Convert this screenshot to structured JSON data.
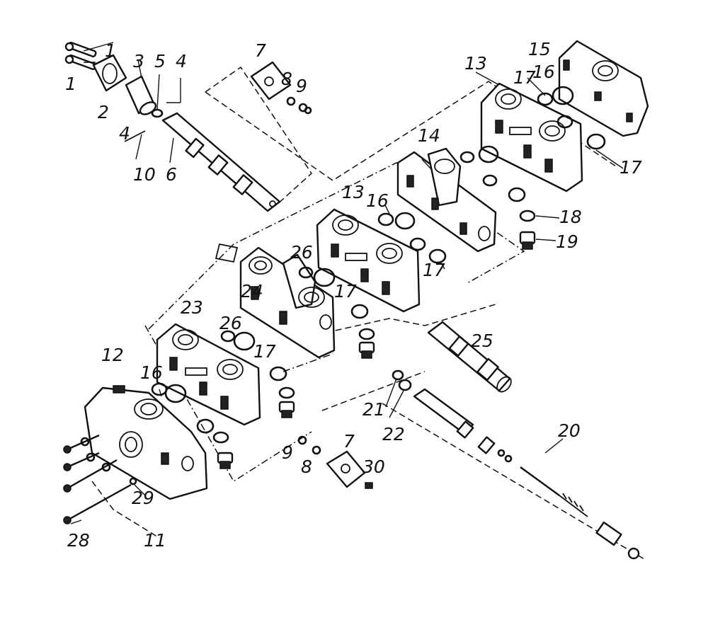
{
  "callouts": {
    "c1a": "1",
    "c1b": "1",
    "c2": "2",
    "c3": "3",
    "c4a": "4",
    "c4b": "4",
    "c5": "5",
    "c6": "6",
    "c7a": "7",
    "c7b": "7",
    "c8a": "8",
    "c8b": "8",
    "c9a": "9",
    "c9b": "9",
    "c10": "10",
    "c11": "11",
    "c12": "12",
    "c13a": "13",
    "c13b": "13",
    "c14": "14",
    "c15": "15",
    "c16a": "16",
    "c16b": "16",
    "c16c": "16",
    "c17a": "17",
    "c17b": "17",
    "c17c": "17",
    "c17d": "17",
    "c17e": "17",
    "c18": "18",
    "c19": "19",
    "c20": "20",
    "c21": "21",
    "c22": "22",
    "c23": "23",
    "c24": "24",
    "c25": "25",
    "c26a": "26",
    "c26b": "26",
    "c28": "28",
    "c29": "29",
    "c30": "30"
  }
}
